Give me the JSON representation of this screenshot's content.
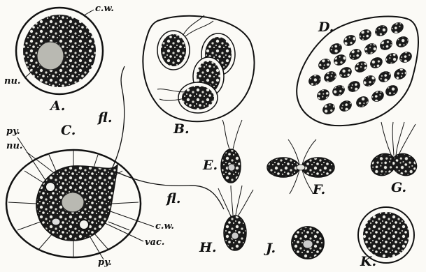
{
  "labels": {
    "A": "A.",
    "B": "B.",
    "C": "C.",
    "D": "D.",
    "E": "E.",
    "F": "F.",
    "G": "G.",
    "H": "H.",
    "J": "J.",
    "K": "K.",
    "cw_a": "c.w.",
    "nu_a": "nu.",
    "fl_1": "fl.",
    "fl_2": "fl.",
    "py_top": "py.",
    "nu_c": "nu.",
    "cw_c": "c.w.",
    "vac": "vac.",
    "py_bottom": "py."
  },
  "colors": {
    "ink": "#111111",
    "paper": "#fbfaf6",
    "nucleus": "#b9b9b2"
  }
}
